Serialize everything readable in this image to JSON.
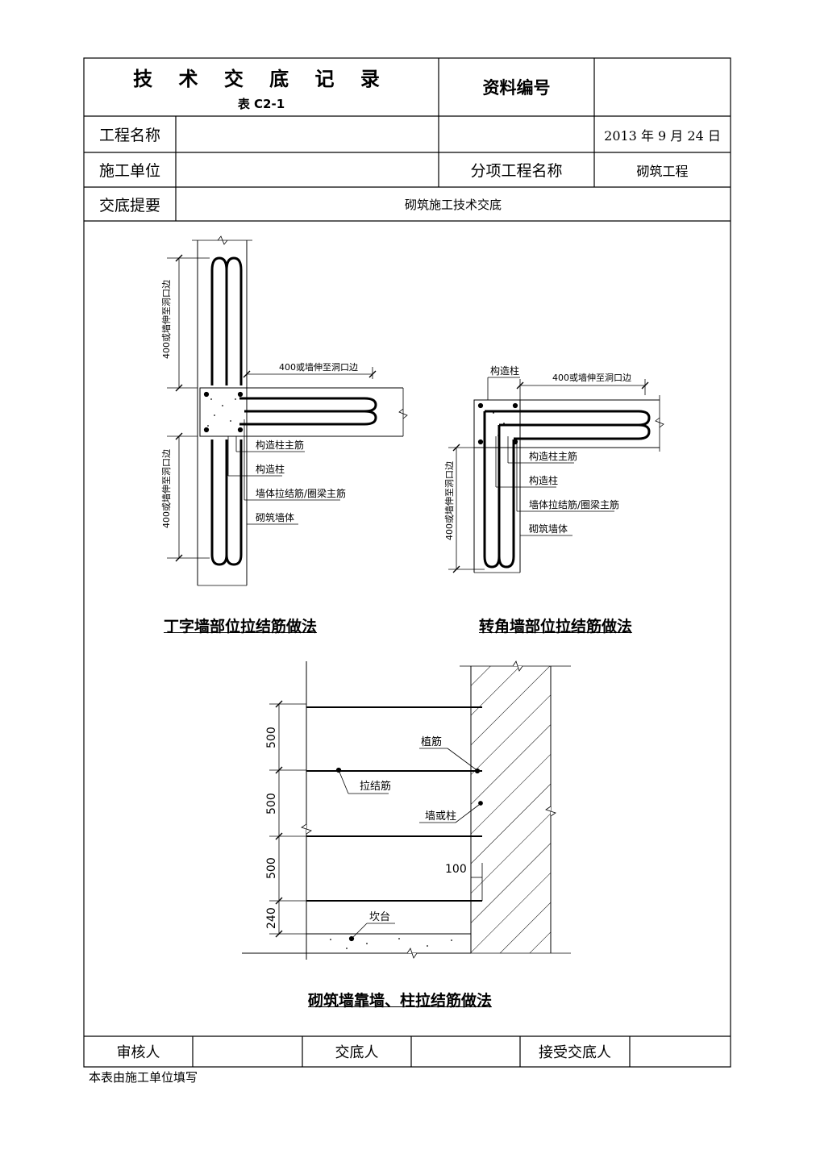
{
  "header": {
    "title": "技 术 交 底 记 录",
    "form_no": "表 C2-1",
    "doc_no_label": "资料编号",
    "doc_no_value": ""
  },
  "rows": {
    "project_name_label": "工程名称",
    "project_name_value": "",
    "date": "2013 年 9 月 24 日",
    "contractor_label": "施工单位",
    "contractor_value": "",
    "subitem_label": "分项工程名称",
    "subitem_value": "砌筑工程",
    "summary_label": "交底提要",
    "summary_value": "砌筑施工技术交底"
  },
  "diagram1": {
    "dim_top": "400或墙伸至洞口边",
    "dim_right": "400或墙伸至洞口边",
    "dim_bottom": "400或墙伸至洞口边",
    "label_main_bar": "构造柱主筋",
    "label_column": "构造柱",
    "label_tie_bar": "墙体拉结筋/圈梁主筋",
    "label_wall": "砌筑墙体",
    "caption": "丁字墙部位拉结筋做法"
  },
  "diagram2": {
    "label_column_top": "构造柱",
    "dim_right": "400或墙伸至洞口边",
    "dim_left": "400或墙伸至洞口边",
    "label_main_bar": "构造柱主筋",
    "label_column": "构造柱",
    "label_tie_bar": "墙体拉结筋/圈梁主筋",
    "label_wall": "砌筑墙体",
    "caption": "转角墙部位拉结筋做法"
  },
  "diagram3": {
    "dims": [
      "500",
      "500",
      "500",
      "240"
    ],
    "dim_100": "100",
    "label_planted_bar": "植筋",
    "label_tie_bar": "拉结筋",
    "label_wall_column": "墙或柱",
    "label_platform": "坎台",
    "caption": "砌筑墙靠墙、柱拉结筋做法"
  },
  "footer": {
    "reviewer_label": "审核人",
    "reviewer_value": "",
    "discloser_label": "交底人",
    "discloser_value": "",
    "receiver_label": "接受交底人",
    "receiver_value": ""
  },
  "note": "本表由施工单位填写"
}
